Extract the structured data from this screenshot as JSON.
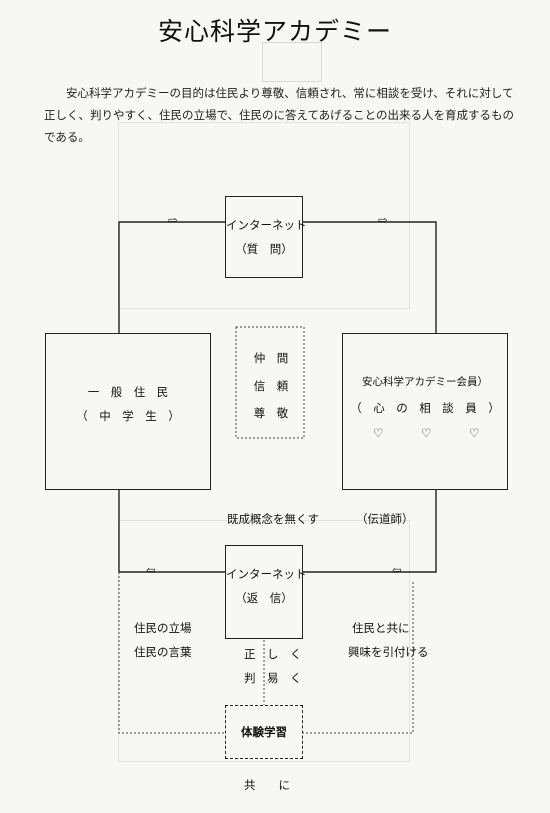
{
  "title": "安心科学アカデミー",
  "intro": "安心科学アカデミーの目的は住民より尊敬、信頼され、常に相談を受け、それに対して正しく、判りやすく、住民の立場で、住民のに答えてあげることの出来る人を育成するものである。",
  "nodes": {
    "internet_top": {
      "line1": "インターネット",
      "line2": "（質　問）"
    },
    "citizen": {
      "line1": "一　般　住　民",
      "line2": "（　中　学　生　）"
    },
    "academy": {
      "line1": "安心科学アカデミー会員）",
      "line2": "（　心　の　相　談　員　）",
      "hearts": [
        "♡",
        "♡",
        "♡"
      ]
    },
    "values": {
      "line1": "仲　間",
      "line2": "信　頼",
      "line3": "尊　敬"
    },
    "internet_bottom": {
      "line1": "インターネット",
      "line2": "（返　信）"
    },
    "experience": {
      "label": "体験学習"
    }
  },
  "annotations": {
    "remove_concepts": "既成概念を無くす",
    "missionary": "（伝道師）",
    "citizen_position": "住民の立場",
    "citizen_words": "住民の言葉",
    "correct": "正　し　く",
    "easy": "判　易　く",
    "together_with_citizens": "住民と共に",
    "inspire_interest": "興味を引付ける",
    "together": "共　　に"
  },
  "arrows": {
    "right": "⇨",
    "left": "⇦"
  }
}
